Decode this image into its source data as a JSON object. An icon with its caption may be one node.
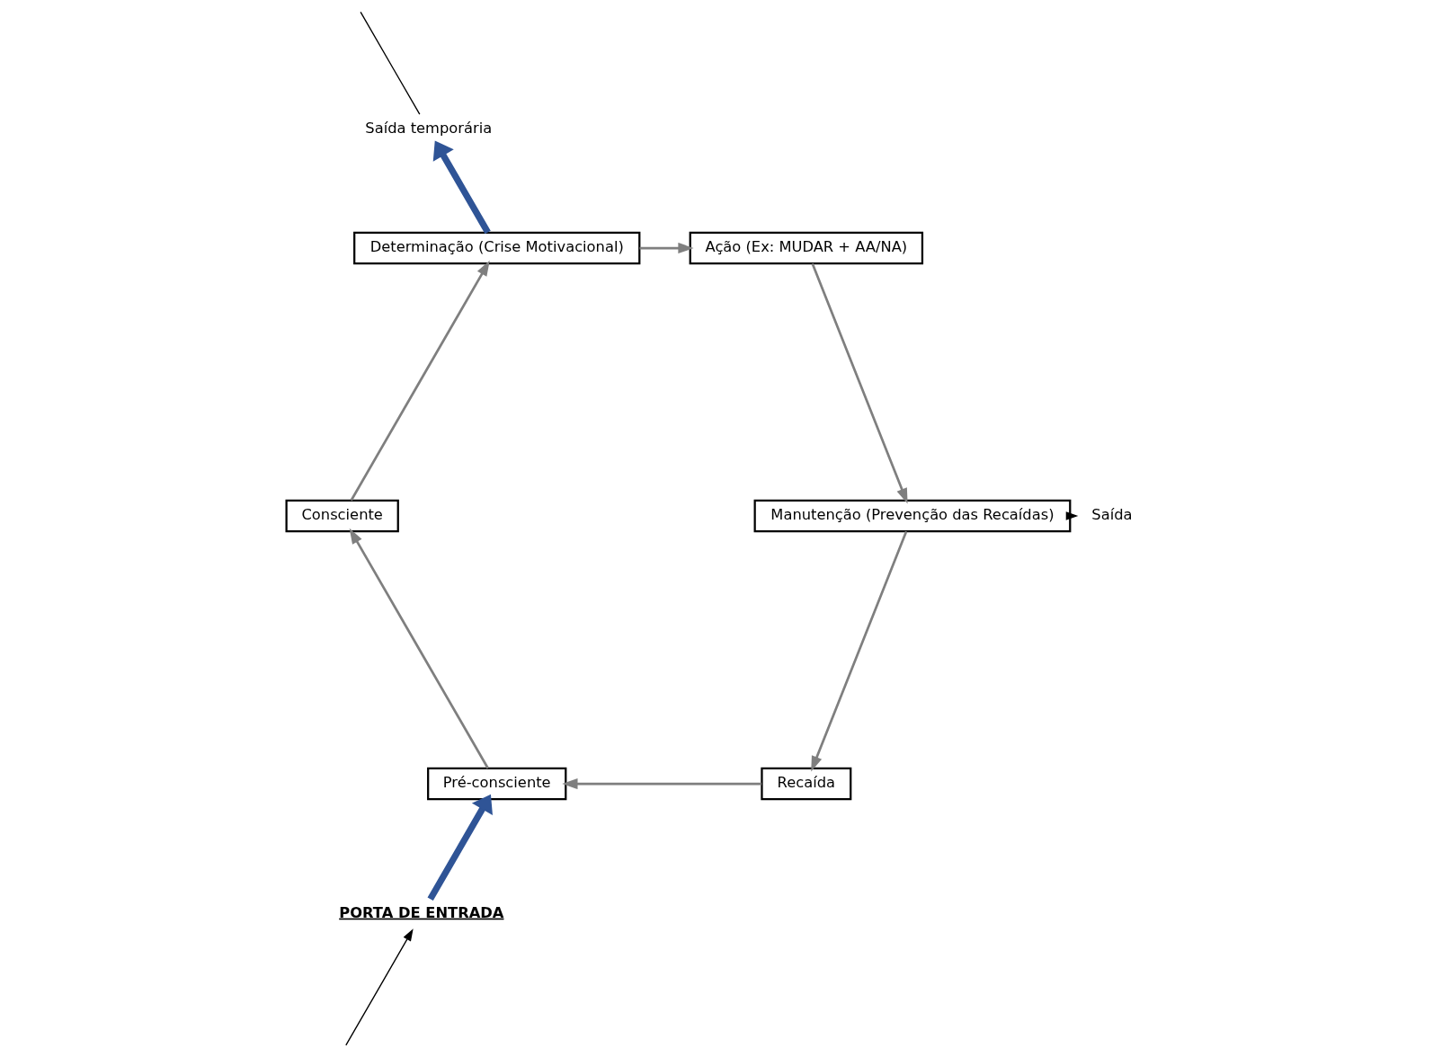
{
  "diagram": {
    "nodes": [
      {
        "text": [
          "Pré-consciente"
        ]
      },
      {
        "text": [
          "Consciente"
        ]
      },
      {
        "text": [
          "Determinação (Crise Motivacional)"
        ]
      },
      {
        "text": [
          "Ação (Ex: MUDAR + AA/NA)"
        ]
      },
      {
        "text": [
          "Manutenção (Prevenção das Recaídas)"
        ]
      },
      {
        "text": [
          "Recaída"
        ]
      },
      {
        "text": [
          "PORTA DE ENTRADA"
        ]
      },
      {
        "text": [
          "Saída"
        ]
      },
      {
        "text": [
          "Saída temporária"
        ]
      }
    ],
    "edges": [
      {
        "from": 0,
        "to": 1,
        "arrow": "to"
      },
      {
        "from": 1,
        "to": 2,
        "arrow": "to"
      },
      {
        "from": 2,
        "to": 3,
        "arrow": "to"
      },
      {
        "from": 3,
        "to": 4,
        "arrow": "to"
      },
      {
        "from": 4,
        "to": 5,
        "arrow": "to"
      },
      {
        "from": 5,
        "to": 0,
        "arrow": "to"
      },
      {
        "from": null,
        "to": 6,
        "arrow": "to",
        "color": "#000000"
      },
      {
        "from": 6,
        "to": 0,
        "arrow": "to",
        "style": "thick",
        "color": "#2f5496"
      },
      {
        "from": 4,
        "to": 7,
        "arrow": "to",
        "color": "#000000"
      },
      {
        "from": 2,
        "to": 8,
        "arrow": "to",
        "style": "thick",
        "color": "#2f5496"
      },
      {
        "from": 8,
        "to": null,
        "arrow": "none",
        "color": "#000000"
      }
    ]
  }
}
